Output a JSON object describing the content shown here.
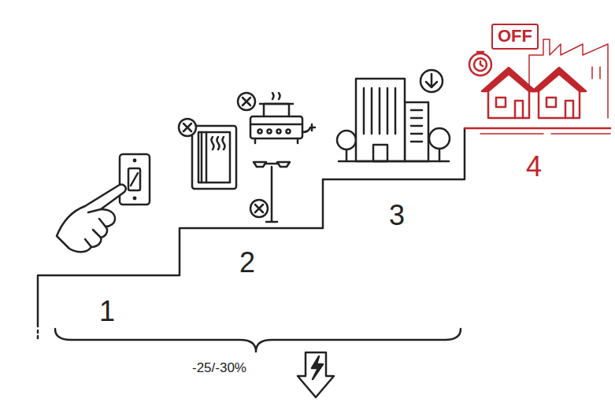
{
  "diagram": {
    "nodes": [
      {
        "text": [
          "OFF"
        ]
      }
    ],
    "labels": [
      "1",
      "2",
      "3",
      "4",
      "-25/-30%"
    ]
  }
}
